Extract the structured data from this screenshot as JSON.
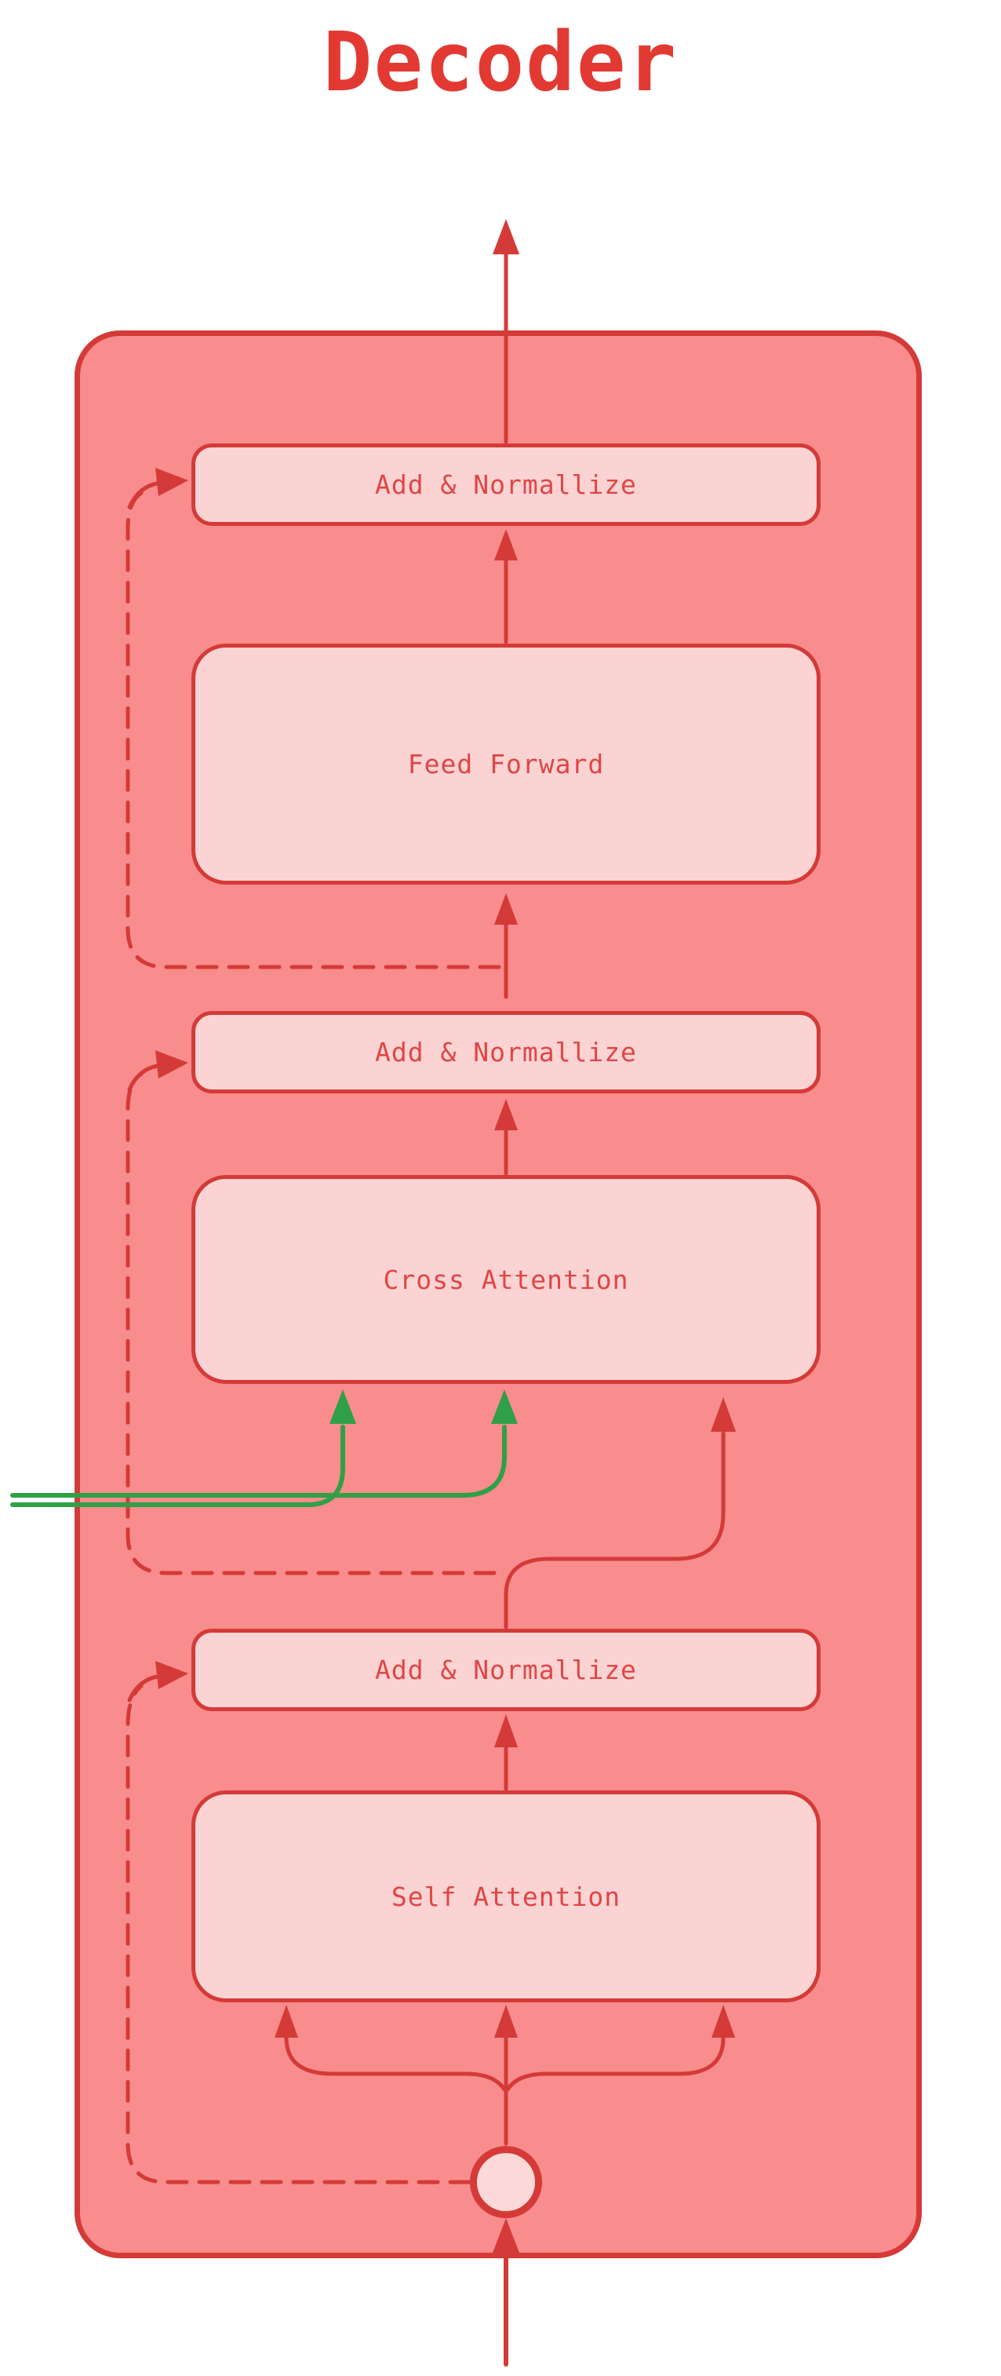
{
  "title": "Decoder",
  "blocks": {
    "add_norm_top": {
      "label": "Add & Normallize"
    },
    "feed_forward": {
      "label": "Feed Forward"
    },
    "add_norm_middle": {
      "label": "Add & Normallize"
    },
    "cross_attention": {
      "label": "Cross Attention"
    },
    "add_norm_bottom": {
      "label": "Add & Normallize"
    },
    "self_attention": {
      "label": "Self Attention"
    }
  },
  "colors": {
    "stroke_red": "#d43a37",
    "fill_container": "#f98c8c",
    "fill_box": "#fcd3d3",
    "fill_circle": "#fdd8d8",
    "text_red": "#e04545",
    "title_red": "#e23a33",
    "green": "#2fa047",
    "page_bg": "#ffffff"
  }
}
